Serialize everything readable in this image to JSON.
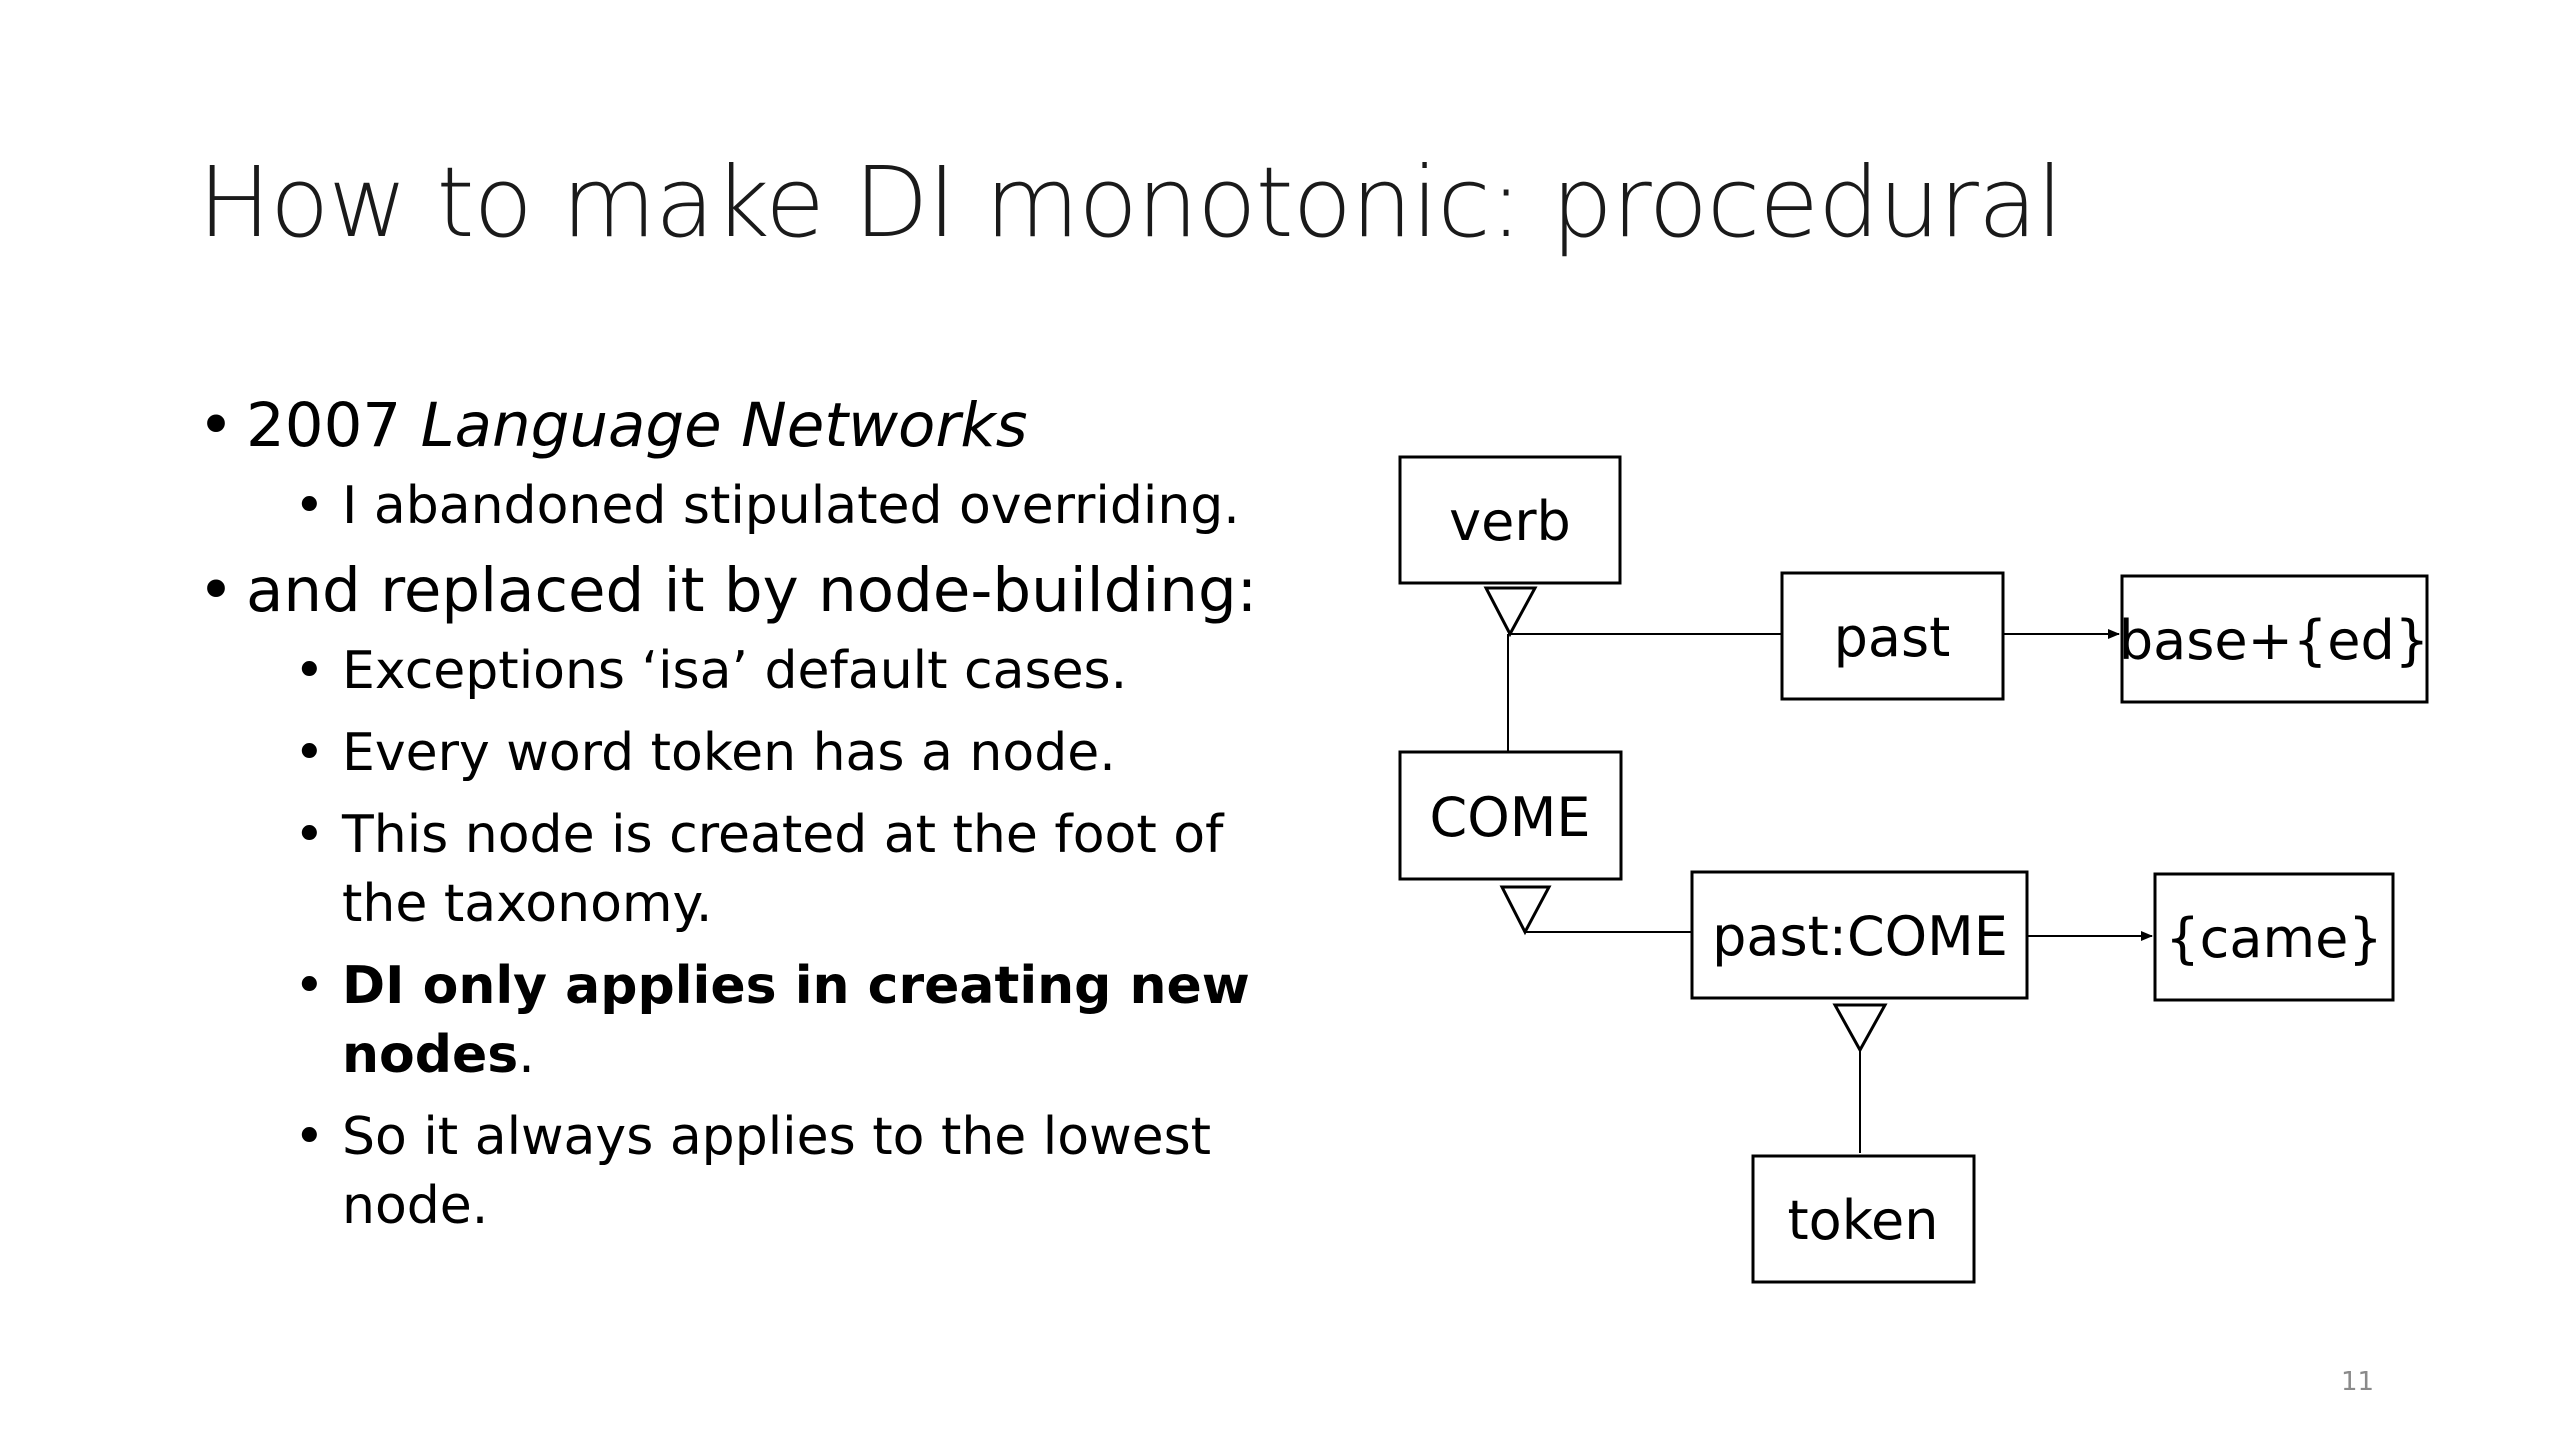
{
  "slide": {
    "title": "How to make DI monotonic: procedural",
    "page_number": "11"
  },
  "bullets": {
    "b1_year": "2007 ",
    "b1_book": "Language Networks",
    "b1_sub1": "I abandoned stipulated overriding.",
    "b2": "and replaced it by node-building:",
    "b2_sub1": "Exceptions ‘isa’ default cases.",
    "b2_sub2": "Every word token has a node.",
    "b2_sub3_line1": "This node is created at the foot of",
    "b2_sub3_line2": "the taxonomy.",
    "b2_sub4_bold_line1": "DI only applies in creating new",
    "b2_sub4_bold_line2": "nodes",
    "b2_sub4_tail": ".",
    "b2_sub5_line1": "So it always applies to the lowest",
    "b2_sub5_line2": "node."
  },
  "diagram": {
    "nodes": {
      "verb": "verb",
      "past": "past",
      "base_ed": "base+{ed}",
      "come": "COME",
      "past_come": "past:COME",
      "came": "{came}",
      "token": "token"
    }
  }
}
